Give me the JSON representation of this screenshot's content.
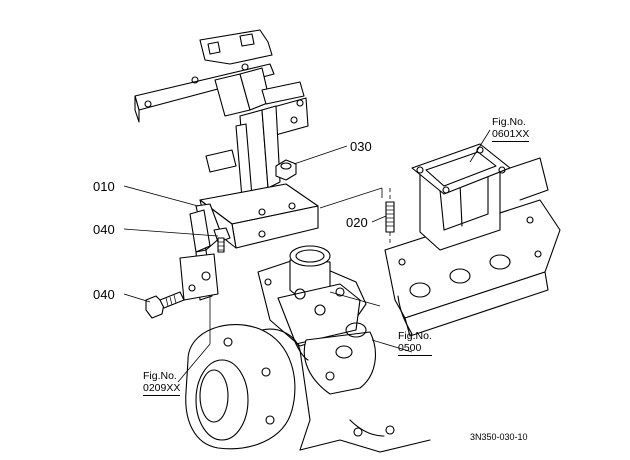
{
  "labels": {
    "p010": "010",
    "p020": "020",
    "p030": "030",
    "p040a": "040",
    "p040b": "040"
  },
  "figrefs": {
    "f0601": {
      "title": "Fig.No.",
      "number": "0601XX"
    },
    "f0500": {
      "title": "Fig.No.",
      "number": "0500"
    },
    "f0209": {
      "title": "Fig.No.",
      "number": "0209XX"
    }
  },
  "drawing_code": "3N350-030-10"
}
